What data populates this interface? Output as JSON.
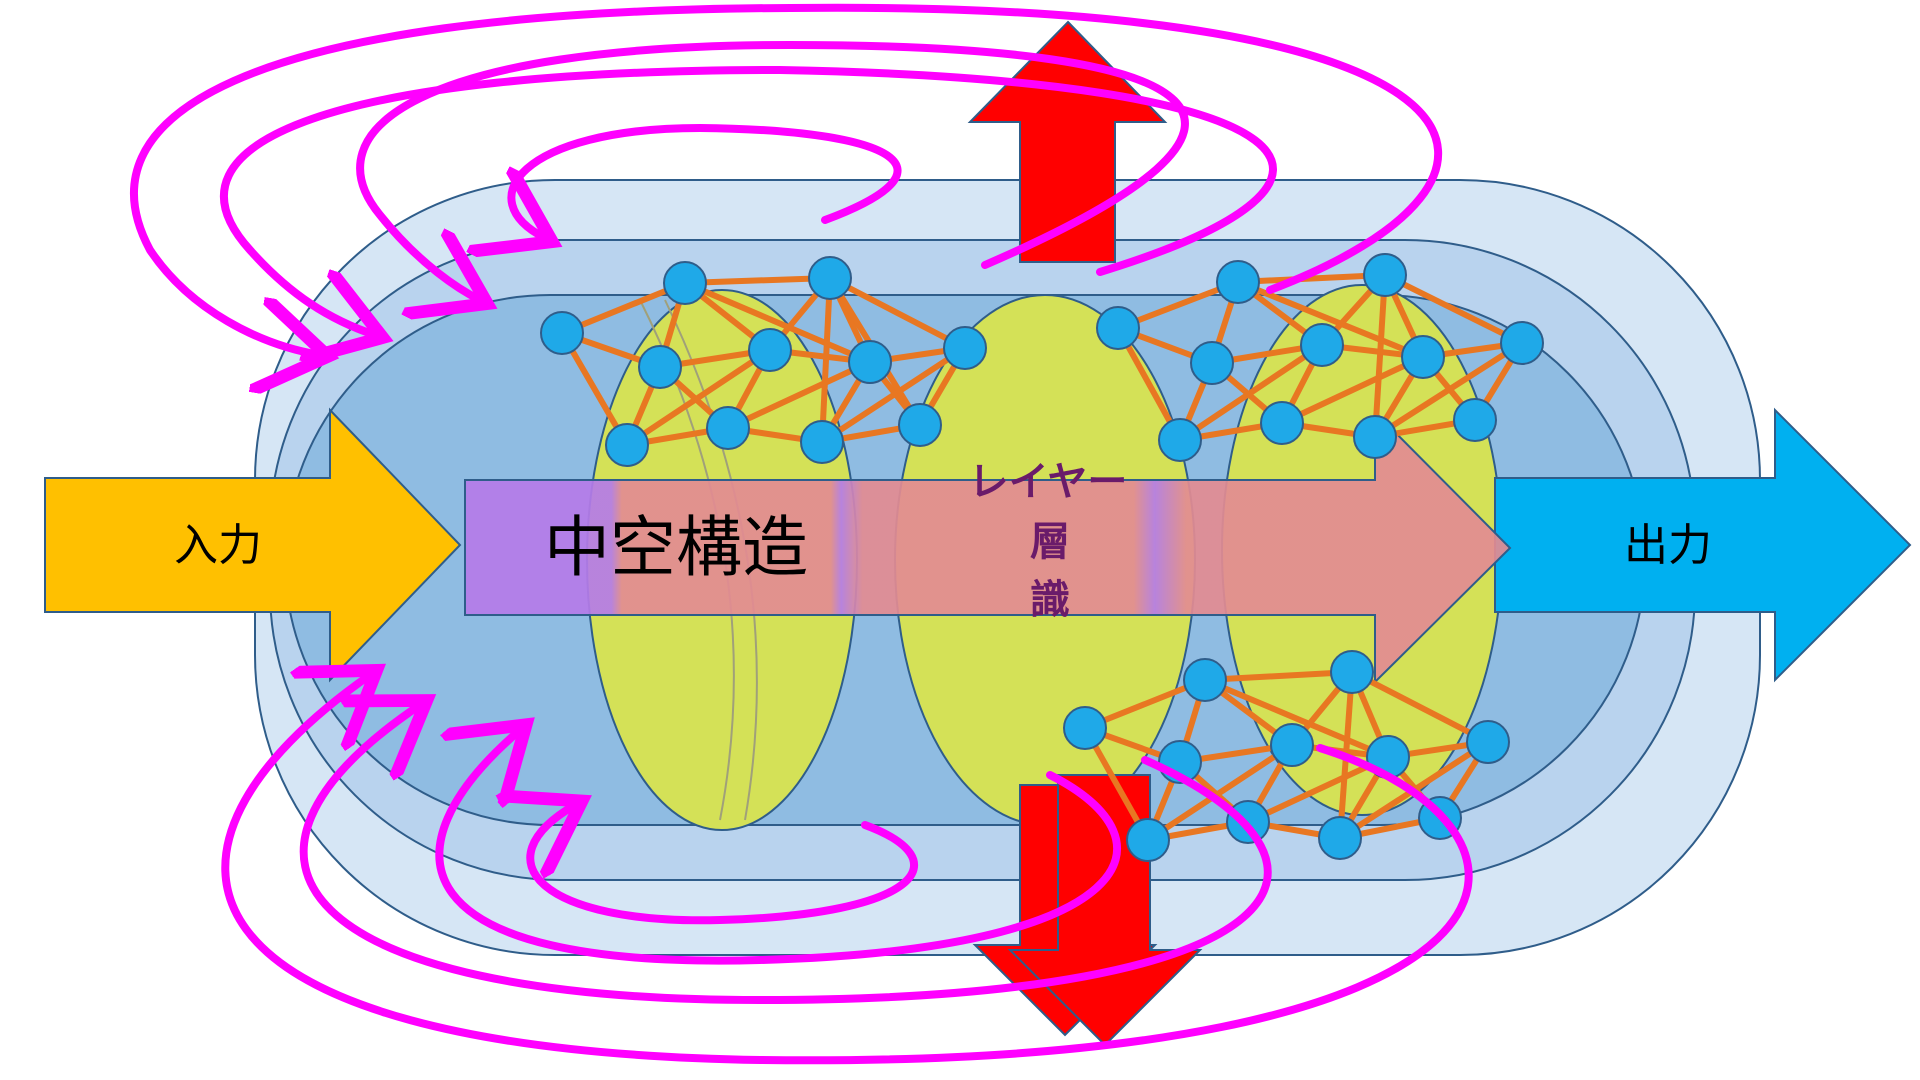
{
  "diagram": {
    "input_label": "入力",
    "output_label": "出力",
    "core_label": "中空構造",
    "layer_label_line1": "レイヤー",
    "layer_label_line2": "層",
    "layer_label_line3": "識"
  },
  "colors": {
    "input_arrow": "#FFC000",
    "output_arrow": "#00B0F0",
    "core_arrow_left": "#B57BE8",
    "core_arrow_right": "#E28B92",
    "layer_ellipse": "#D4E157",
    "capsule_outer": "#D6E6F5",
    "capsule_mid": "#B9D3EE",
    "capsule_inner": "#8FBCE2",
    "capsule_stroke": "#2F5D8A",
    "red_arrow": "#FF0000",
    "network_line": "#E87722",
    "network_node": "#1FA9E8",
    "loop": "#FF00FF"
  }
}
